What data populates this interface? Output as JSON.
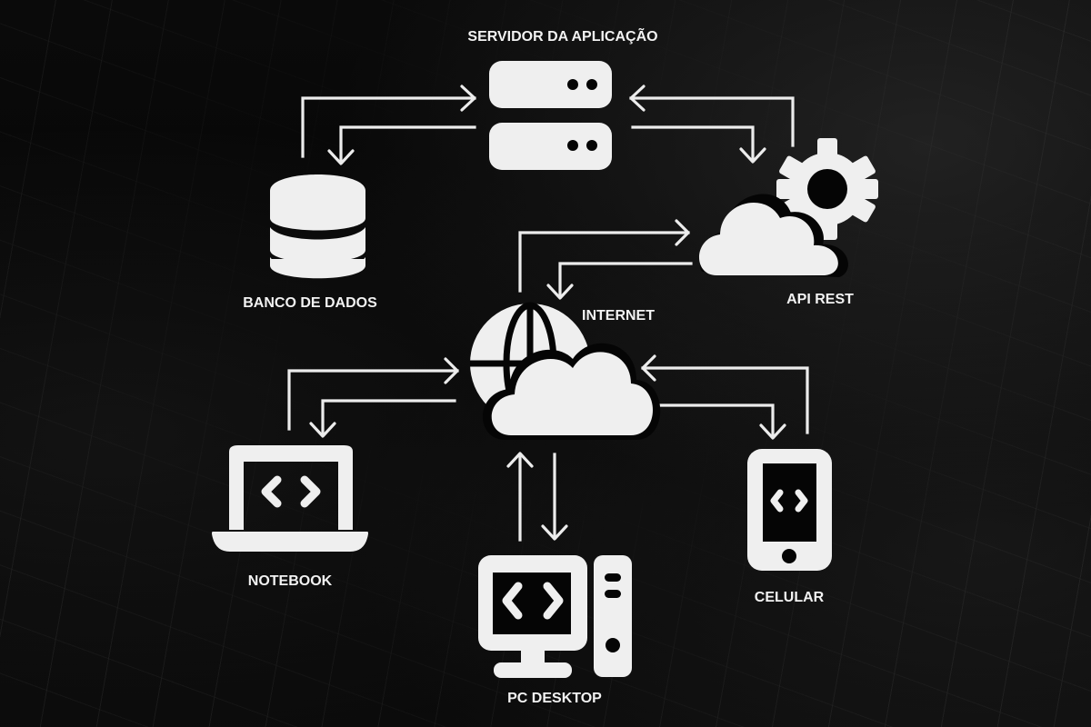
{
  "diagram": {
    "type": "network-architecture",
    "colors": {
      "background": "#050505",
      "foreground": "#efefef"
    },
    "nodes": [
      {
        "id": "server",
        "label": "SERVIDOR DA APLICAÇÃO",
        "icon": "server-icon"
      },
      {
        "id": "database",
        "label": "BANCO DE DADOS",
        "icon": "database-icon"
      },
      {
        "id": "api",
        "label": "API REST",
        "icon": "cloud-gear-icon"
      },
      {
        "id": "internet",
        "label": "INTERNET",
        "icon": "globe-cloud-icon"
      },
      {
        "id": "notebook",
        "label": "NOTEBOOK",
        "icon": "laptop-code-icon"
      },
      {
        "id": "desktop",
        "label": "PC DESKTOP",
        "icon": "desktop-computer-icon"
      },
      {
        "id": "mobile",
        "label": "CELULAR",
        "icon": "smartphone-code-icon"
      }
    ],
    "edges": [
      {
        "from": "database",
        "to": "server"
      },
      {
        "from": "server",
        "to": "database"
      },
      {
        "from": "api",
        "to": "server"
      },
      {
        "from": "server",
        "to": "api"
      },
      {
        "from": "internet",
        "to": "api"
      },
      {
        "from": "api",
        "to": "internet"
      },
      {
        "from": "notebook",
        "to": "internet"
      },
      {
        "from": "internet",
        "to": "notebook"
      },
      {
        "from": "mobile",
        "to": "internet"
      },
      {
        "from": "internet",
        "to": "mobile"
      },
      {
        "from": "desktop",
        "to": "internet"
      },
      {
        "from": "internet",
        "to": "desktop"
      }
    ]
  },
  "labels": {
    "server": "SERVIDOR DA APLICAÇÃO",
    "database": "BANCO DE DADOS",
    "api": "API REST",
    "internet": "INTERNET",
    "notebook": "NOTEBOOK",
    "desktop": "PC DESKTOP",
    "mobile": "CELULAR"
  }
}
